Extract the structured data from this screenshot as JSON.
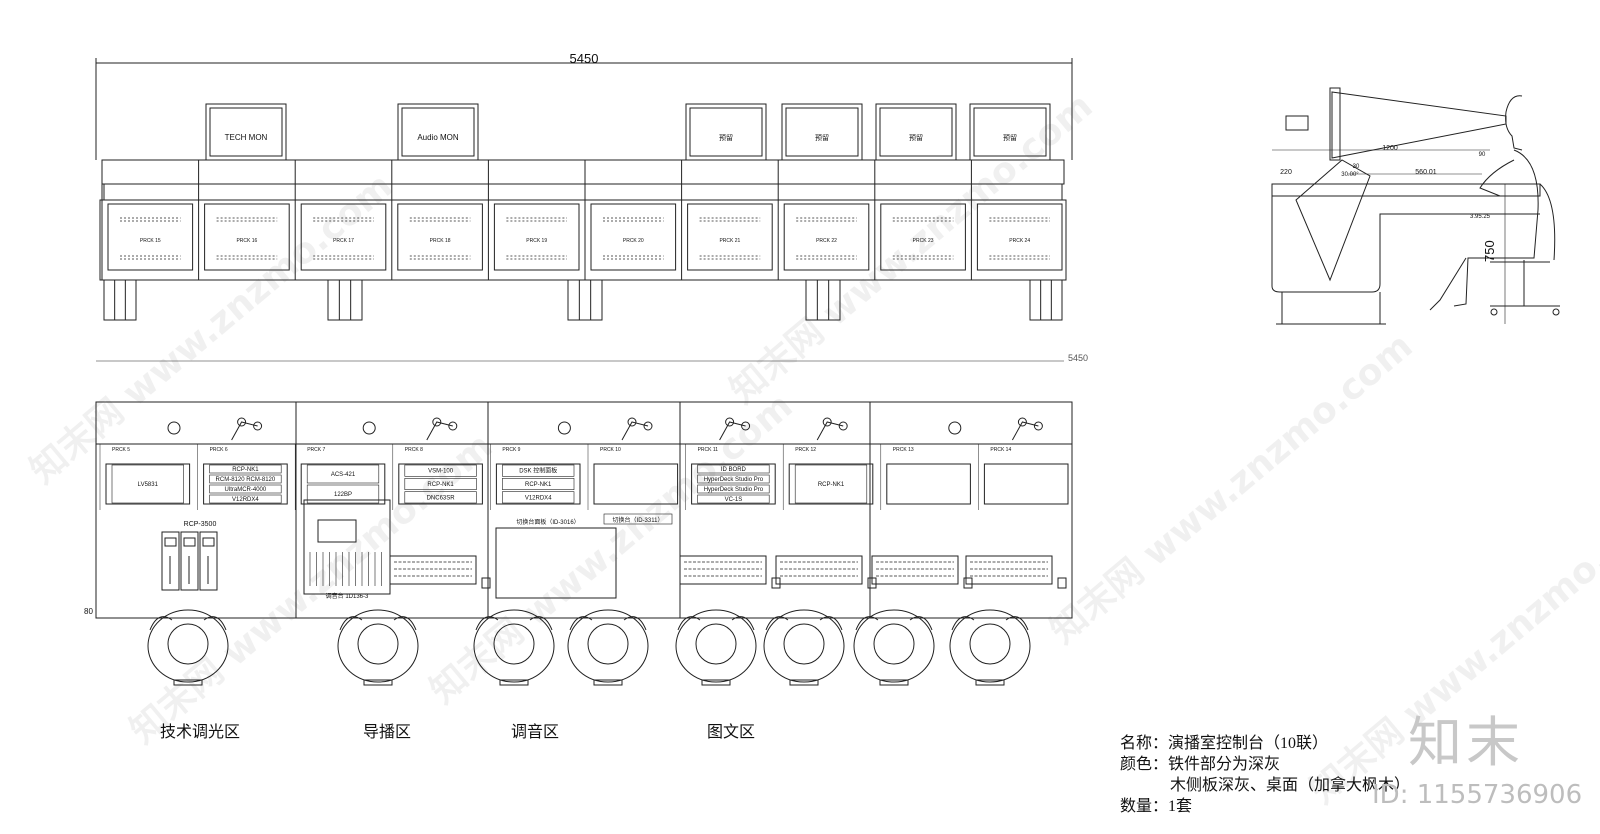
{
  "drawing": {
    "overall_width": "5450",
    "side_height": "750",
    "side_dims": [
      "220",
      "1200",
      "560.01",
      "30",
      "30.00°",
      "90",
      "3.95.25"
    ]
  },
  "monitors": [
    {
      "label": "TECH MON"
    },
    {
      "label": "Audio MON"
    },
    {
      "label": "预留"
    },
    {
      "label": "预留"
    },
    {
      "label": "预留"
    },
    {
      "label": "预留"
    }
  ],
  "front_panels": [
    "PRCK 15",
    "PRCK 16",
    "PRCK 17",
    "PRCK 18",
    "PRCK 19",
    "PRCK 20",
    "PRCK 21",
    "PRCK 22",
    "PRCK 23",
    "PRCK 24"
  ],
  "plan": {
    "prck_labels": [
      "PRCK 5",
      "PRCK 6",
      "PRCK 7",
      "PRCK 8",
      "PRCK 9",
      "PRCK 10",
      "PRCK 11",
      "PRCK 12",
      "PRCK 13",
      "PRCK 14"
    ],
    "rack_items": [
      [
        "LV5831"
      ],
      [
        "RCP-NK1",
        "RCM-8120    RCM-8120",
        "UltraMCR-4000",
        "V12RDX4"
      ],
      [
        "ACS-421",
        "122BP"
      ],
      [
        "VSM-100",
        "RCP-NK1",
        "DNC63SR"
      ],
      [
        "DSK 控制面板",
        "RCP-NK1",
        "V12RDX4"
      ],
      [],
      [
        "ID BORD",
        "HyperDeck Studio Pro",
        "HyperDeck Studio Pro",
        "VC-1S"
      ],
      [
        "RCP-NK1"
      ],
      [],
      []
    ],
    "rcp_label": "RCP-3500",
    "mixer_label": "调音台 1D136-3",
    "switcher_label": "切换台面板（ID-3016）",
    "switcher_label2": "切换台（ID-3311）",
    "depth_dim": "80"
  },
  "zones": [
    "技术调光区",
    "导播区",
    "调音区",
    "图文区"
  ],
  "info": {
    "name_line": "名称：演播室控制台（10联）",
    "color_line": "颜色：铁件部分为深灰",
    "color_line2": "木侧板深灰、桌面（加拿大枫木）",
    "qty_line": "数量：1套"
  },
  "brand": {
    "logo": "知末",
    "id": "ID: 1155736906"
  },
  "watermark": "知末网 www.znzmo.com"
}
